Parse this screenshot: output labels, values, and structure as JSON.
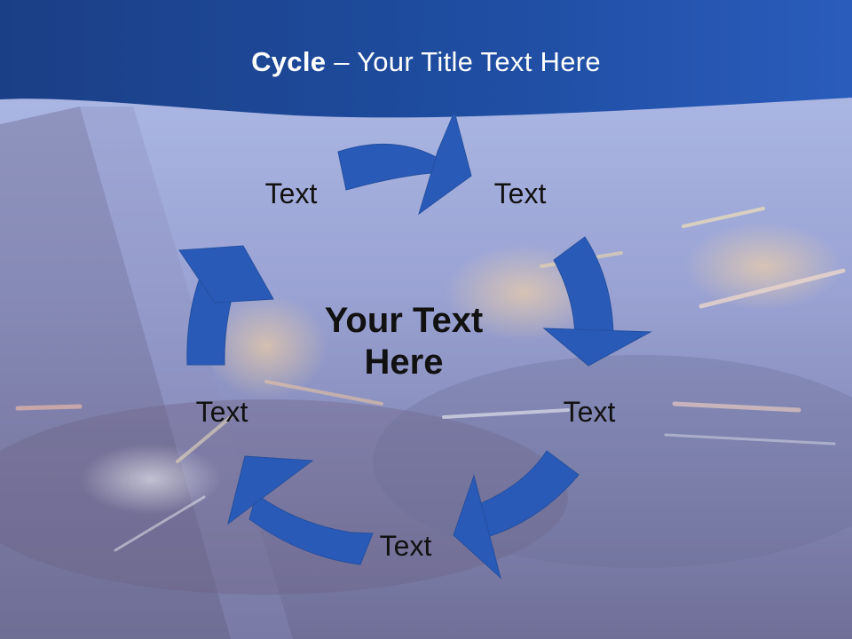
{
  "slide": {
    "title_bold": "Cycle",
    "title_rest": " – Your Title Text Here",
    "center_line1": "Your Text",
    "center_line2": "Here",
    "nodes": [
      "Text",
      "Text",
      "Text",
      "Text",
      "Text"
    ]
  },
  "colors": {
    "header_blue": "#1e4d9e",
    "arrow_blue": "#2a5ab8",
    "sky_top": "#a9b7e4",
    "scene_bottom": "#7c7ea8"
  }
}
